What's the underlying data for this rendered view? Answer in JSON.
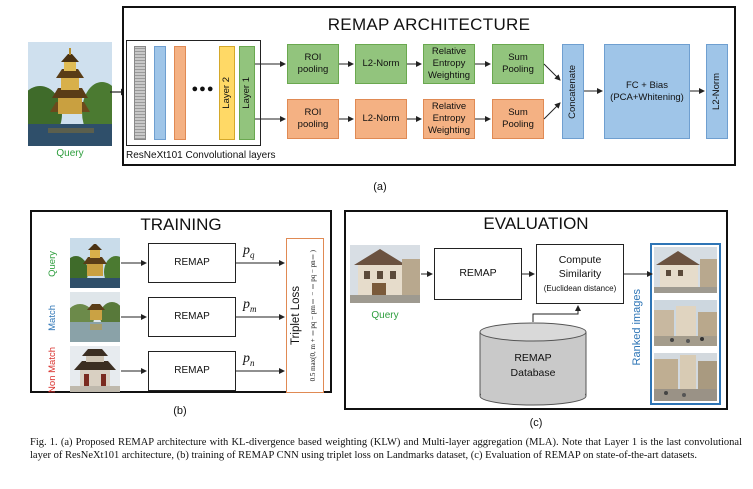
{
  "arch": {
    "title": "REMAP ARCHITECTURE",
    "query_label": "Query",
    "backbone_label": "ResNeXt101 Convolutional layers",
    "layer2": "Layer 2",
    "layer1": "Layer 1",
    "dots": "●●●",
    "top_roi": "ROI pooling",
    "top_l2": "L2-Norm",
    "top_rew": "Relative Entropy Weighting",
    "top_sum": "Sum Pooling",
    "bot_roi": "ROI pooling",
    "bot_l2": "L2-Norm",
    "bot_rew": "Relative Entropy Weighting",
    "bot_sum": "Sum Pooling",
    "concat": "Concatenate",
    "fc_line1": "FC + Bias",
    "fc_line2": "(PCA+Whitening)",
    "l2norm": "L2-Norm",
    "sub": "(a)"
  },
  "training": {
    "title": "TRAINING",
    "rows": [
      {
        "label": "Query",
        "color": "#2e9e3e",
        "box": "REMAP",
        "symbol": "p",
        "sub": "q"
      },
      {
        "label": "Match",
        "color": "#2e75b6",
        "box": "REMAP",
        "symbol": "p",
        "sub": "m"
      },
      {
        "label": "Non Match",
        "color": "#d9302c",
        "box": "REMAP",
        "symbol": "p",
        "sub": "n"
      }
    ],
    "loss_title": "Triplet Loss",
    "loss_formula": "0.5 max(0, m + ‖pq − pm‖ − ‖pq − pn‖)",
    "sub": "(b)"
  },
  "evaluation": {
    "title": "EVALUATION",
    "query_label": "Query",
    "remap": "REMAP",
    "compute_line1": "Compute",
    "compute_line2": "Similarity",
    "compute_line3": "(Euclidean distance)",
    "db_line1": "REMAP",
    "db_line2": "Database",
    "ranked_label": "Ranked images",
    "sub": "(c)"
  },
  "figure_caption": "Fig. 1.   (a) Proposed REMAP architecture with KL-divergence based weighting (KLW) and Multi-layer aggregation (MLA). Note that Layer 1 is the last convolutional layer of ResNeXt101 architecture, (b) training of REMAP CNN using triplet loss on Landmarks dataset, (c) Evaluation of REMAP on state-of-the-art datasets.",
  "colors": {
    "green": "#92c47d",
    "salmon": "#f4b183",
    "blue": "#9fc5e8",
    "gray": "#a6a6a6",
    "yellow": "#ffd966",
    "ranked_border": "#2e75b6"
  }
}
